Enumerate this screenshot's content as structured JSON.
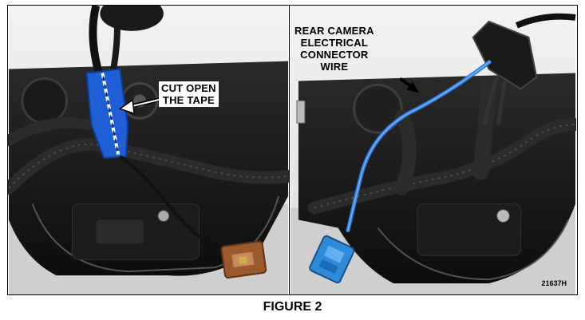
{
  "figure": {
    "caption": "FIGURE 2",
    "figure_id": "21637H",
    "left_panel": {
      "callout_line1": "CUT OPEN",
      "callout_line2": "THE TAPE"
    },
    "right_panel": {
      "callout_line1": "REAR CAMERA",
      "callout_line2": "ELECTRICAL",
      "callout_line3": "CONNECTOR",
      "callout_line4": "WIRE"
    },
    "colors": {
      "tape_blue": "#1f5fd6",
      "wire_blue": "#2a7de0",
      "connector_brown": "#9b5a2e",
      "connector_blue": "#2d8bd8",
      "housing_black": "#151515"
    }
  }
}
